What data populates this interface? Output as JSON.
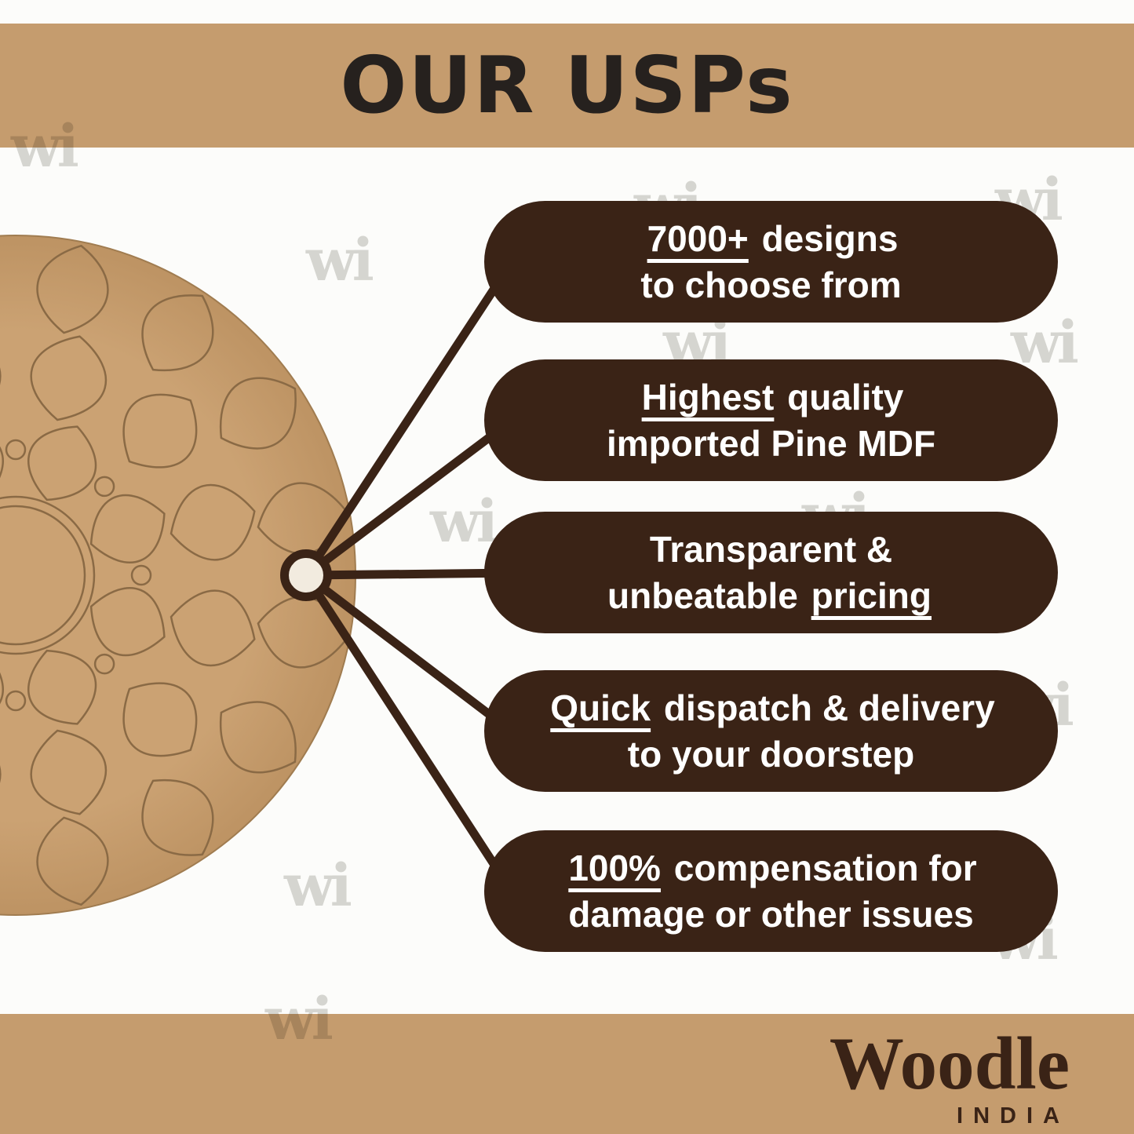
{
  "header": {
    "title": "OUR USPs"
  },
  "watermark": {
    "text": "wi"
  },
  "usps": [
    {
      "l1": {
        "pre": "",
        "u": "7000+",
        "post": " designs"
      },
      "l2": {
        "pre": "to choose from",
        "u": "",
        "post": ""
      }
    },
    {
      "l1": {
        "pre": "",
        "u": "Highest",
        "post": " quality"
      },
      "l2": {
        "pre": "imported Pine MDF",
        "u": "",
        "post": ""
      }
    },
    {
      "l1": {
        "pre": "Transparent &",
        "u": "",
        "post": ""
      },
      "l2": {
        "pre": "unbeatable ",
        "u": "pricing",
        "post": ""
      }
    },
    {
      "l1": {
        "pre": "",
        "u": "Quick",
        "post": " dispatch & delivery"
      },
      "l2": {
        "pre": "to your doorstep",
        "u": "",
        "post": ""
      }
    },
    {
      "l1": {
        "pre": "",
        "u": "100%",
        "post": " compensation for"
      },
      "l2": {
        "pre": "damage or other issues",
        "u": "",
        "post": ""
      }
    }
  ],
  "footer": {
    "brand": "Woodle",
    "sub": "INDIA"
  },
  "colors": {
    "band": "#C59C6E",
    "dark": "#3A2316",
    "title": "#26211E",
    "board": "#C9A271",
    "boardline": "#8A6A45",
    "hub": "#F2EBDF",
    "paper": "#FCFCFA",
    "wm": "#D8D8D4"
  }
}
